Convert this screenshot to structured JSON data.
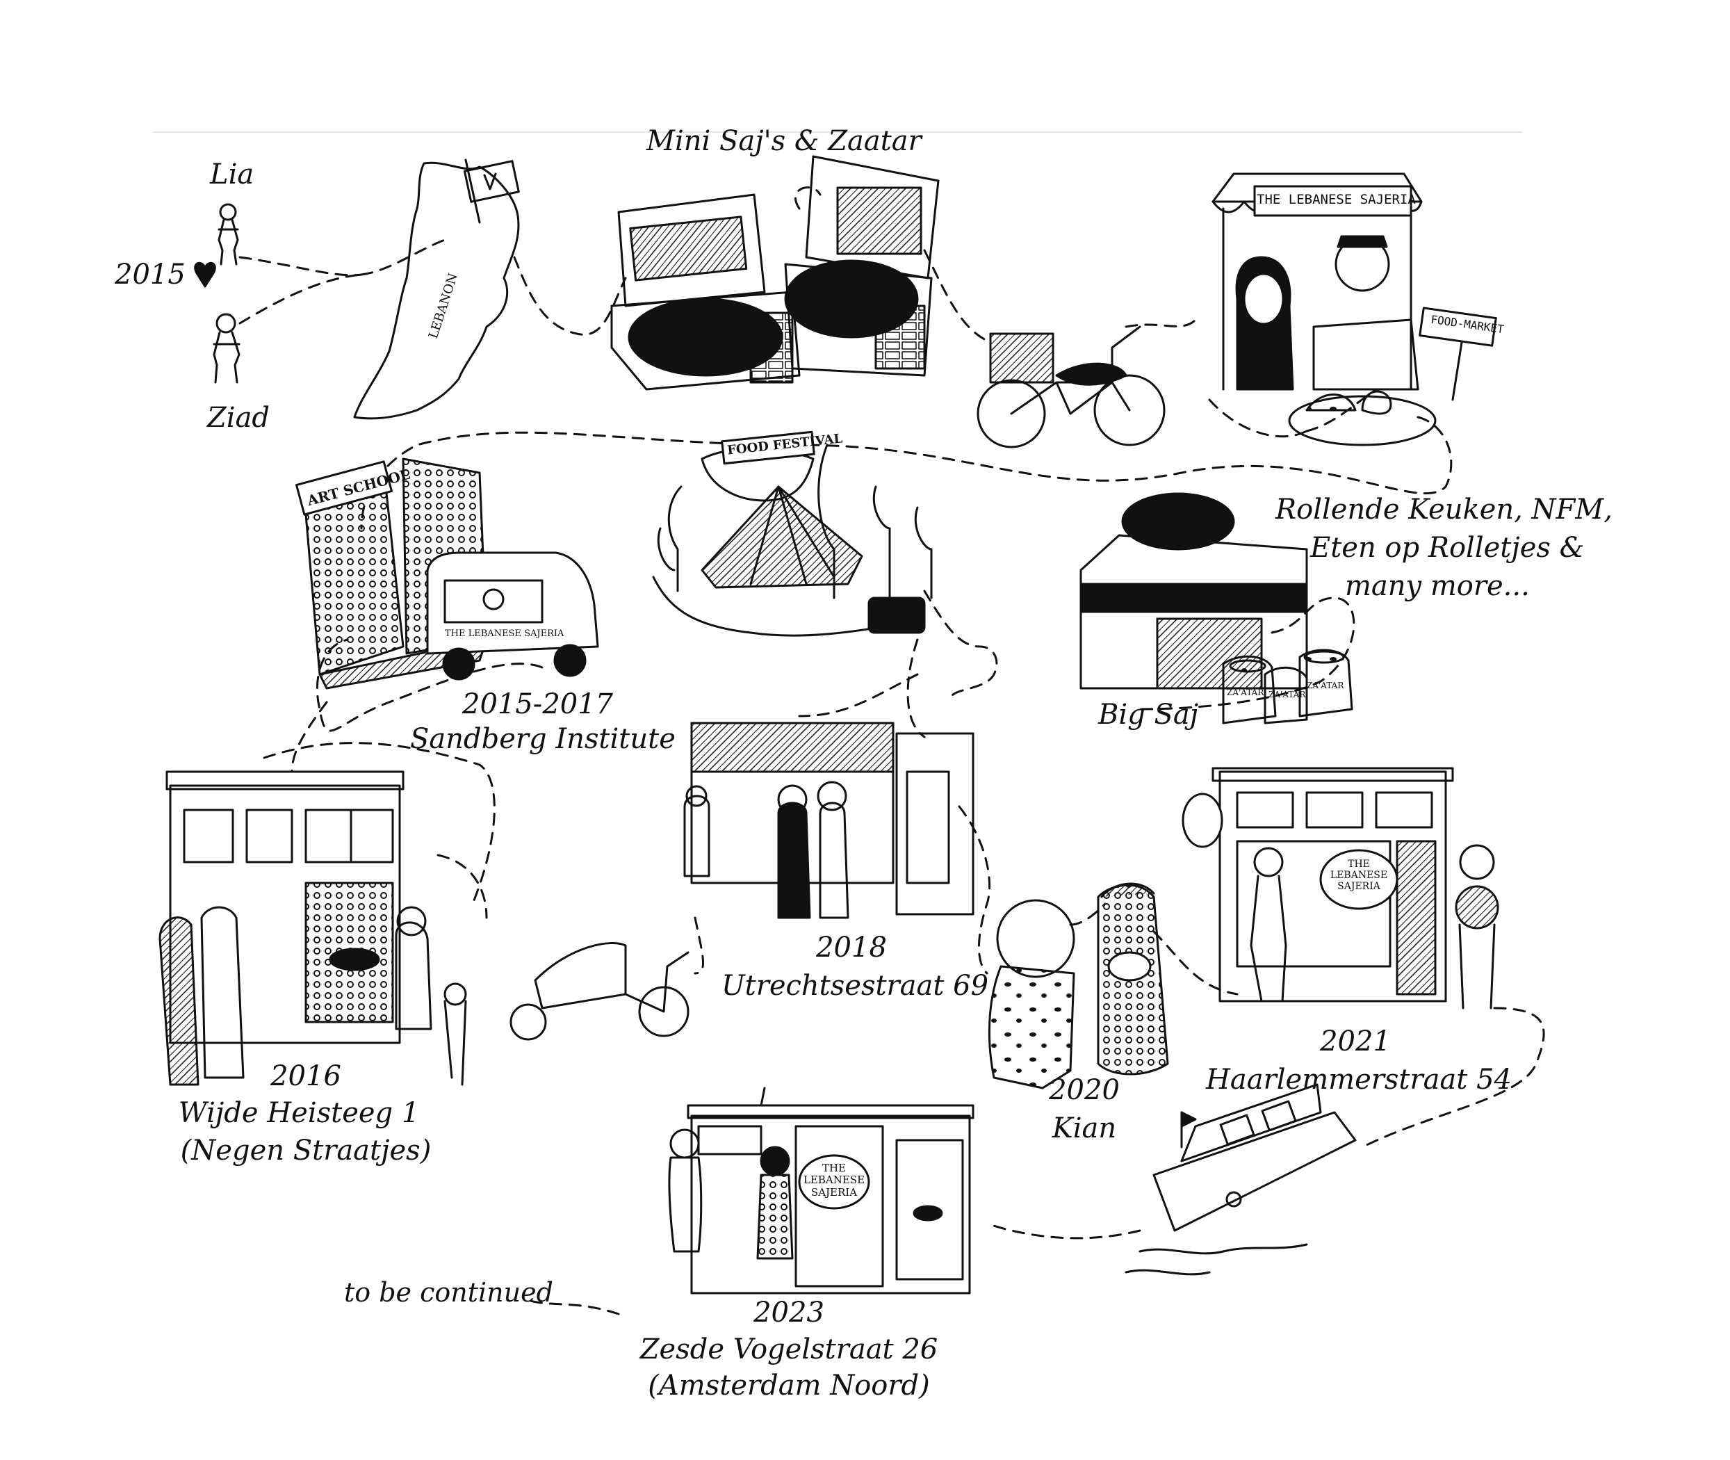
{
  "story": {
    "people": {
      "lia": "Lia",
      "ziad": "Ziad"
    },
    "year_start": "2015",
    "country_label": "LEBANON",
    "mini_saj_caption": "Mini Saj's & Zaatar",
    "stall_sign": "THE LEBANESE SAJERIA",
    "food_market_sign": "FOOD-MARKET",
    "art_school_sign": "ART SCHOOL",
    "festival_banner": "FOOD FESTIVAL",
    "van_text": "THE LEBANESE SAJERIA",
    "events_caption": [
      "Rollende Keuken, NFM,",
      "Eten op Rolletjes &",
      "many more..."
    ],
    "sandberg": {
      "years": "2015-2017",
      "name": "Sandberg Institute"
    },
    "big_saj": "Big Saj",
    "zaatar_bag": "ZA'ATAR",
    "shop_2016": {
      "year": "2016",
      "address": "Wijde Heisteeg 1",
      "area": "(Negen Straatjes)"
    },
    "shop_2018": {
      "year": "2018",
      "address": "Utrechtsestraat 69"
    },
    "kian": {
      "year": "2020",
      "name": "Kian"
    },
    "shop_2021": {
      "year": "2021",
      "address": "Haarlemmerstraat 54",
      "window_sign": [
        "THE",
        "LEBANESE",
        "SAJERIA"
      ]
    },
    "shop_2023": {
      "year": "2023",
      "address": "Zesde Vogelstraat 26",
      "area": "(Amsterdam Noord)",
      "window_sign": [
        "THE",
        "LEBANESE",
        "SAJERIA"
      ]
    },
    "ending": "to be continued"
  },
  "colors": {
    "ink": "#111111",
    "paper": "#ffffff"
  }
}
